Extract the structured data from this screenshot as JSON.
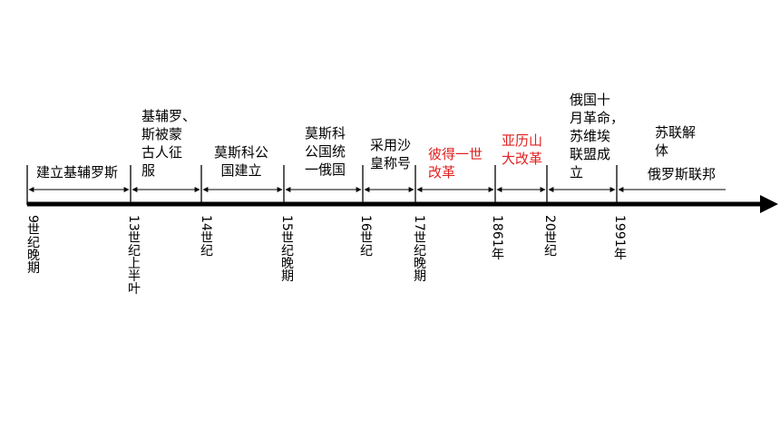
{
  "timeline": {
    "periods": [
      {
        "label": "建立基辅罗斯",
        "red": false
      },
      {
        "label": "基辅罗、\n斯被蒙\n古人征\n服",
        "red": false
      },
      {
        "label": "莫斯科公\n国建立",
        "red": false
      },
      {
        "label": "莫斯科\n公国统\n一俄国",
        "red": false
      },
      {
        "label": "采用沙\n皇称号",
        "red": false
      },
      {
        "label": "彼得一世\n改革",
        "red": true
      },
      {
        "label": "亚历山\n大改革",
        "red": true
      },
      {
        "label": "俄国十\n月革命，\n苏维埃\n联盟成\n立",
        "red": false
      },
      {
        "label": "苏联解\n体",
        "red": false
      },
      {
        "label": "俄罗斯联邦",
        "red": false
      }
    ],
    "dates": [
      "9世纪晚期",
      "13世纪上半叶",
      "14世纪",
      "15世纪晚期",
      "16世纪",
      "17世纪晚期",
      "1861年",
      "20世纪",
      "1991年"
    ],
    "colors": {
      "line": "#000000",
      "accent": "#e11f1f"
    }
  }
}
